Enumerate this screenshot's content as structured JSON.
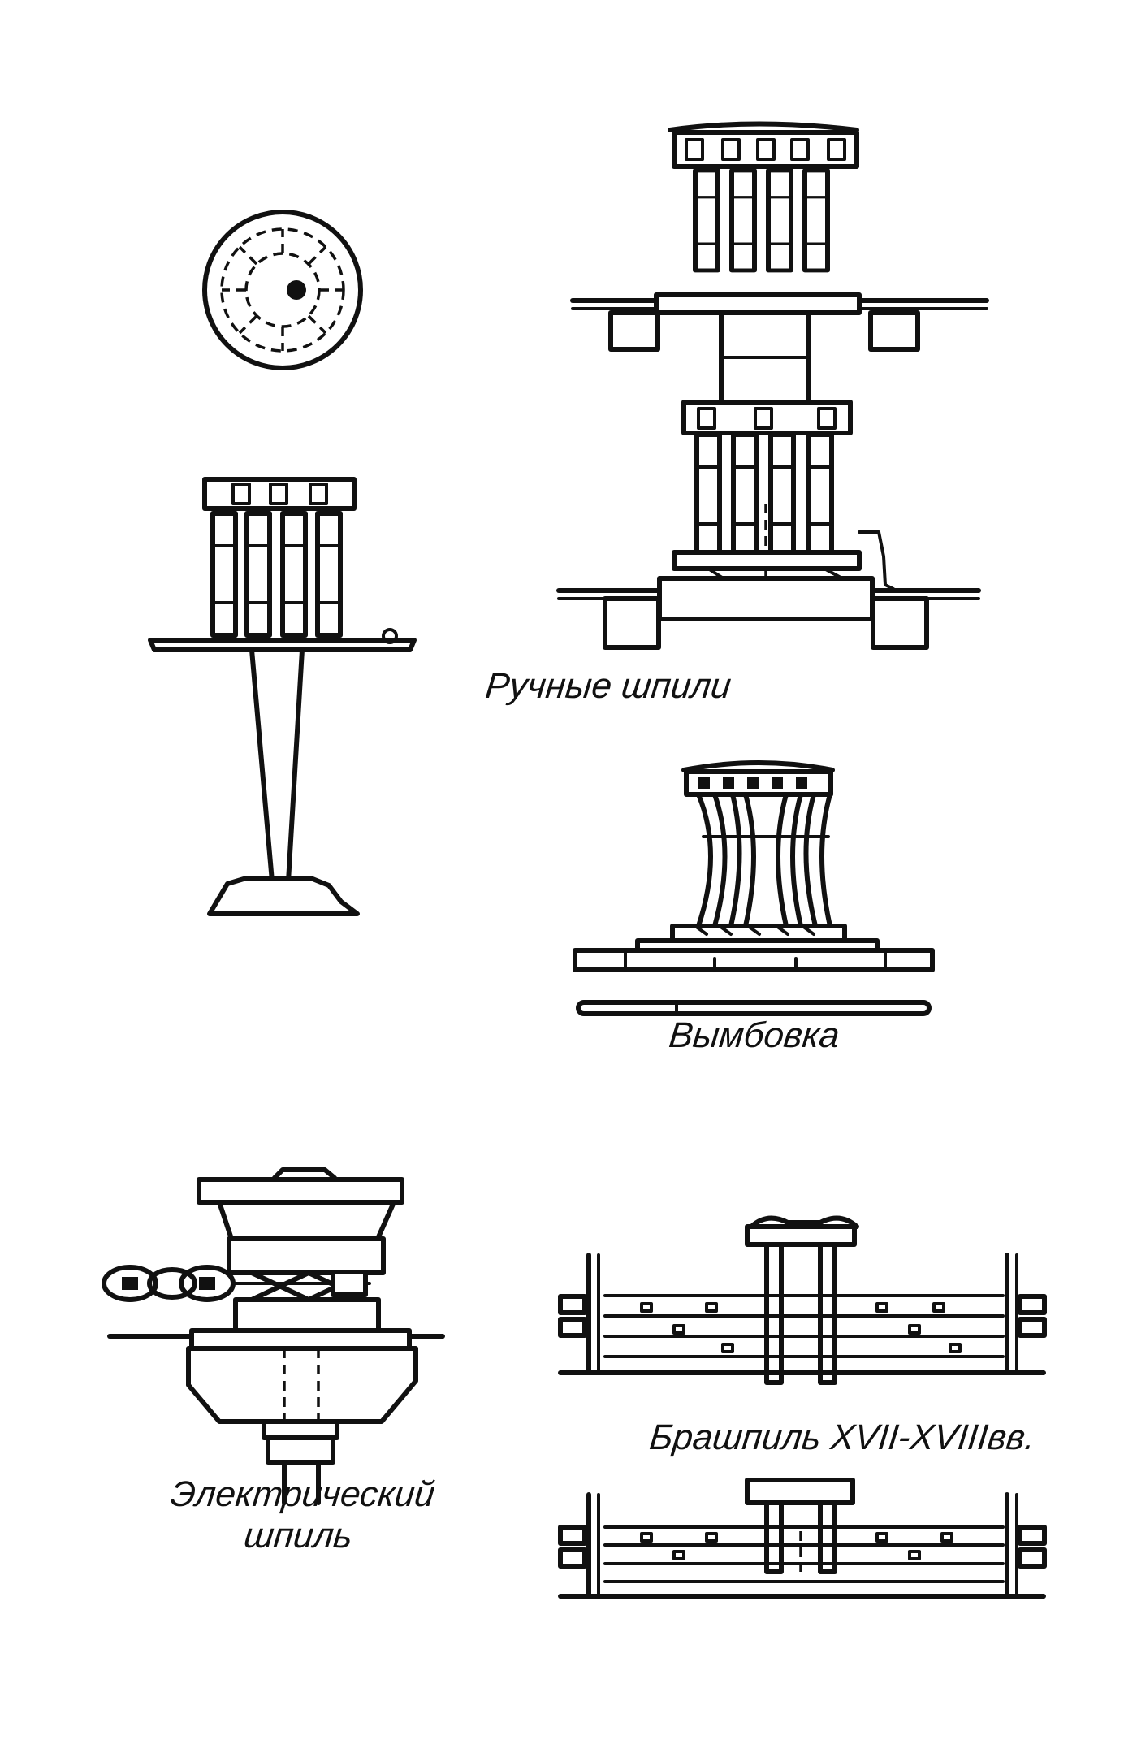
{
  "captions": {
    "hand_capstans": "Ручные шпили",
    "capstan_bar": "Вымбовка",
    "windlass": "Брашпиль XVII-XVIIIвв.",
    "electric_line1": "Электрический",
    "electric_line2": "шпиль"
  }
}
